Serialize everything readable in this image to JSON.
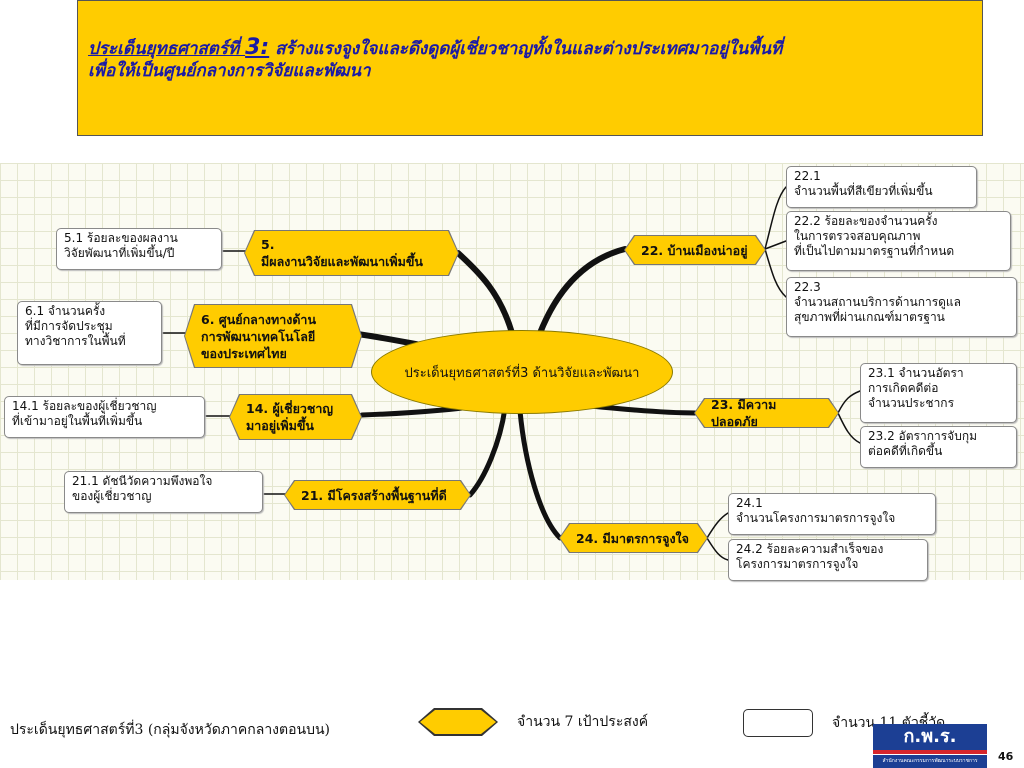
{
  "title": {
    "prefix": "ประเด็นยุทธศาสตร์ที่ ",
    "number": "3:",
    "line1_rest": " สร้างแรงจูงใจและดึงดูดผู้เชี่ยวชาญทั้งในและต่างประเทศมาอยู่ในพื้นที่",
    "line2": "เพื่อให้เป็นศูนย์กลางการวิจัยและพัฒนา"
  },
  "center_node": "ประเด็นยุทธศาสตร์ที่3 ด้านวิจัยและพัฒนา",
  "goals": {
    "g5": "5.\nมีผลงานวิจัยและพัฒนาเพิ่มขึ้น",
    "g6": "6. ศูนย์กลางทางด้าน\nการพัฒนาเทคโนโลยี\nของประเทศไทย",
    "g14": "14. ผู้เชี่ยวชาญ\nมาอยู่เพิ่มขึ้น",
    "g21": "21. มีโครงสร้างพื้นฐานที่ดี",
    "g22": "22. บ้านเมืองน่าอยู่",
    "g23": "23. มีความปลอดภัย",
    "g24": "24. มีมาตรการจูงใจ"
  },
  "indicators": {
    "i5_1": "5.1 ร้อยละของผลงาน\nวิจัยพัฒนาที่เพิ่มขึ้น/ปี",
    "i6_1": "6.1  จำนวนครั้ง\nที่มีการจัดประชุม\nทางวิชาการในพื้นที่",
    "i14_1": "14.1 ร้อยละของผู้เชี่ยวชาญ\nที่เข้ามาอยู่ในพื้นที่เพิ่มขึ้น",
    "i21_1": "21.1 ดัชนีวัดความพึงพอใจ\nของผู้เชี่ยวชาญ",
    "i22_1": "22.1\nจำนวนพื้นที่สีเขียวที่เพิ่มขึ้น",
    "i22_2": "22.2 ร้อยละของจำนวนครั้ง\nในการตรวจสอบคุณภาพ\nที่เป็นไปตามมาตรฐานที่กำหนด",
    "i22_3": "22.3\nจำนวนสถานบริการด้านการดูแล\nสุขภาพที่ผ่านเกณฑ์มาตรฐาน",
    "i23_1": "23.1 จำนวนอัตรา\nการเกิดคดีต่อ\nจำนวนประชากร",
    "i23_2": "23.2 อัตราการจับกุม\nต่อคดีที่เกิดขึ้น",
    "i24_1": "24.1\nจำนวนโครงการมาตรการจูงใจ",
    "i24_2": "24.2 ร้อยละความสำเร็จของ\nโครงการมาตรการจูงใจ"
  },
  "footer": {
    "left_text": "ประเด็นยุทธศาสตร์ที่3 (กลุ่มจังหวัดภาคกลางตอนบน)",
    "legend_goals": "จำนวน 7 เป้าประสงค์",
    "legend_indicators": "จำนวน 11 ตัวชี้วัด",
    "logo_text": "ก.พ.ร.",
    "logo_subtext": "สำนักงานคณะกรรมการพัฒนาระบบราชการ",
    "page_number": "46"
  },
  "colors": {
    "goal_fill": "#ffcc00",
    "title_bg": "#ffcc00",
    "title_text": "#1a1aa6",
    "branch_line": "#111111",
    "logo_blue": "#1c3f94",
    "logo_red": "#d6262c"
  }
}
